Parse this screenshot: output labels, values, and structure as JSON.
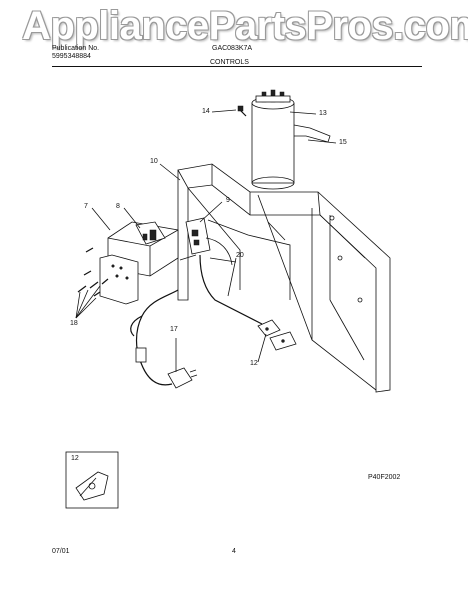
{
  "header": {
    "watermark": "AppliancePartsPros.com",
    "publication_label": "Publication No.",
    "publication_number": "5995348884",
    "model": "GAC083K7A",
    "section_title": "CONTROLS"
  },
  "callouts": {
    "c7": "7",
    "c8": "8",
    "c9": "9",
    "c10": "10",
    "c12": "12",
    "c12_inset": "12",
    "c13": "13",
    "c14": "14",
    "c15": "15",
    "c17": "17",
    "c18": "18",
    "c20": "20"
  },
  "figure_code": "P40F2002",
  "footer": {
    "date": "07/01",
    "page": "4"
  }
}
